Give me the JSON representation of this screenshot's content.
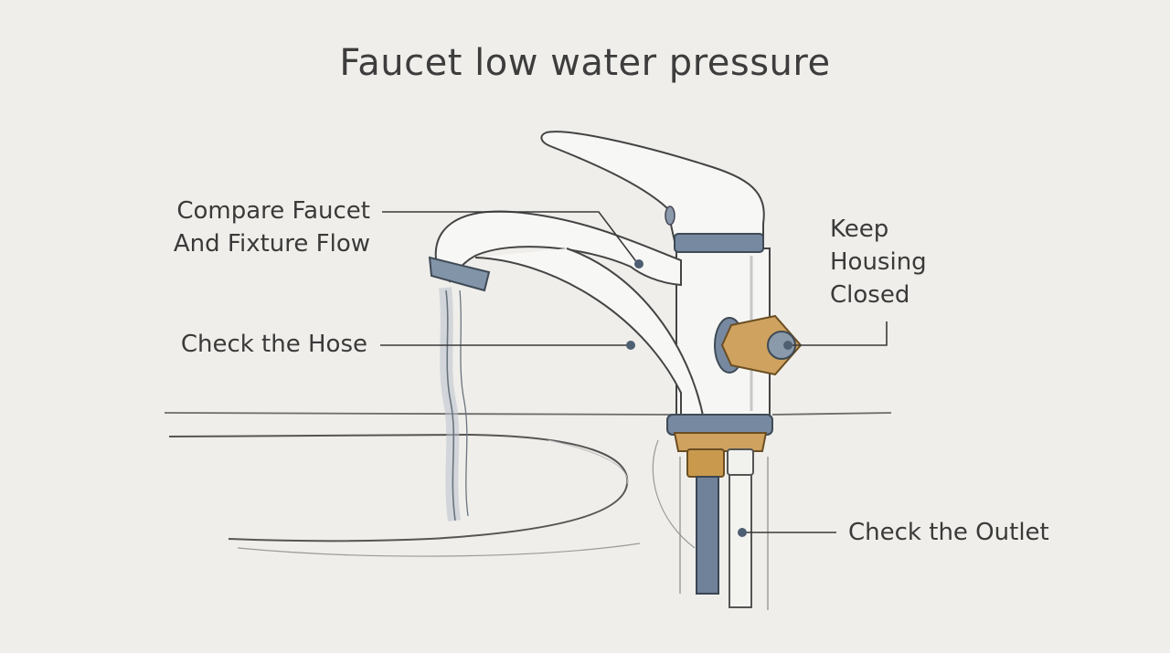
{
  "title": "Faucet low water pressure",
  "callouts": {
    "compare_flow": [
      "Compare Faucet",
      "And Fixture Flow"
    ],
    "check_hose": "Check the Hose",
    "keep_housing": [
      "Keep",
      "Housing",
      "Closed"
    ],
    "check_outlet": "Check the Outlet"
  },
  "colors": {
    "background": "#efeeea",
    "line": "#3a3a3a",
    "metal_blue": "#6f8299",
    "brass": "#c99a4e"
  }
}
